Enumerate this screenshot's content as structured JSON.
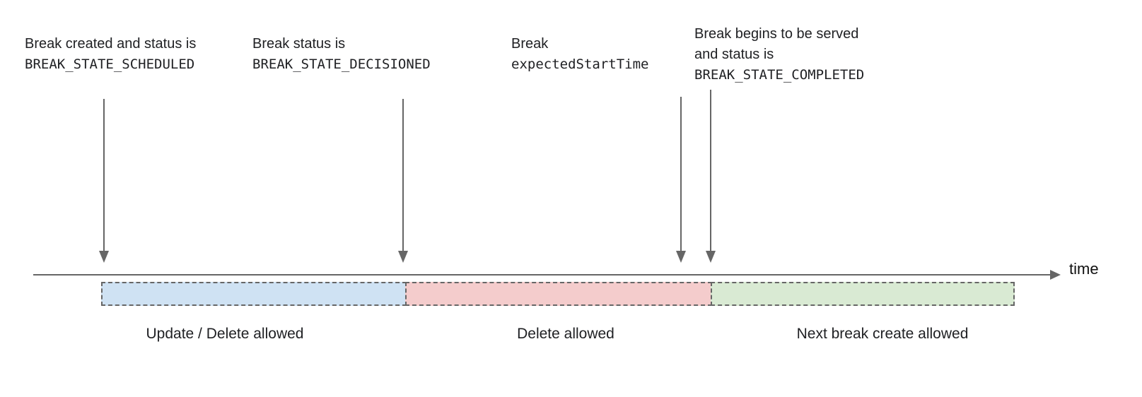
{
  "annotations": [
    {
      "lines": [
        "Break created and status is",
        "BREAK_STATE_SCHEDULED"
      ]
    },
    {
      "lines": [
        "Break status is",
        "BREAK_STATE_DECISIONED"
      ]
    },
    {
      "lines": [
        "Break",
        "expectedStartTime"
      ]
    },
    {
      "lines": [
        "Break begins to be served",
        "and status is",
        "BREAK_STATE_COMPLETED"
      ]
    }
  ],
  "timeline": {
    "axis_label": "time"
  },
  "segments": [
    {
      "label": "Update / Delete allowed",
      "color": "#cfe2f3"
    },
    {
      "label": "Delete allowed",
      "color": "#f4cccc"
    },
    {
      "label": "Next break create allowed",
      "color": "#d9ead3"
    }
  ],
  "colors": {
    "arrow": "#666666",
    "dashed_border": "#666666",
    "text": "#202124"
  }
}
